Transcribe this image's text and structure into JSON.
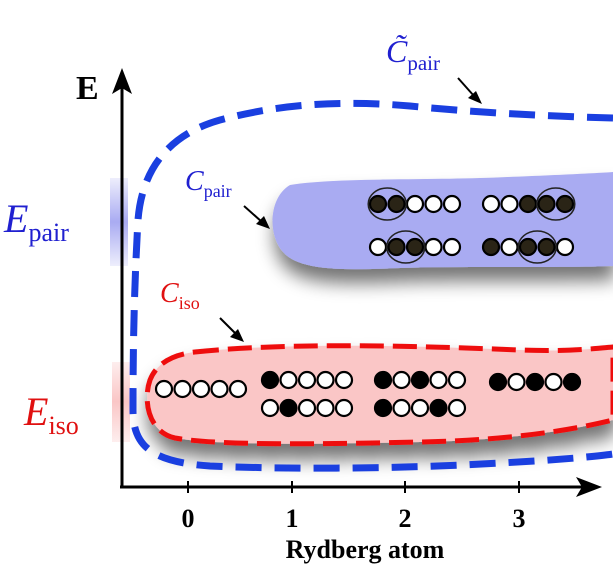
{
  "axes": {
    "y_label": "E",
    "x_label": "Rydberg atom",
    "x_ticks": [
      "0",
      "1",
      "2",
      "3"
    ]
  },
  "energy_labels": {
    "pair": {
      "symbol": "E",
      "sub": "pair"
    },
    "iso": {
      "symbol": "E",
      "sub": "iso"
    }
  },
  "region_labels": {
    "c_tilde_pair": {
      "symbol": "C̃",
      "sub": "pair"
    },
    "c_pair": {
      "symbol": "C",
      "sub": "pair"
    },
    "c_iso": {
      "symbol": "C",
      "sub": "iso"
    }
  },
  "colors": {
    "blue_dashed": "#1a3fe0",
    "blue_label": "#2020d0",
    "pair_fill": "#a9abf2",
    "iso_fill": "#fac6c6",
    "red_dashed": "#ee1111",
    "red_label": "#e01010",
    "atom_filled": "#000000",
    "atom_filled_pair": "#2a2416",
    "atom_empty": "#ffffff"
  },
  "iso_configurations": [
    {
      "rydberg_count": 0,
      "pattern": "00000"
    },
    {
      "rydberg_count": 1,
      "pattern": "10000"
    },
    {
      "rydberg_count": 1,
      "pattern": "01000"
    },
    {
      "rydberg_count": 2,
      "pattern": "10100"
    },
    {
      "rydberg_count": 2,
      "pattern": "10010"
    },
    {
      "rydberg_count": 3,
      "pattern": "10101"
    }
  ],
  "pair_configurations": [
    {
      "pattern": "11000",
      "circled_pair": [
        0,
        1
      ]
    },
    {
      "pattern": "00111",
      "circled_pair": [
        3,
        4
      ]
    },
    {
      "pattern": "01100",
      "circled_pair": [
        1,
        2
      ]
    },
    {
      "pattern": "10110",
      "circled_pair": [
        2,
        3
      ]
    }
  ]
}
